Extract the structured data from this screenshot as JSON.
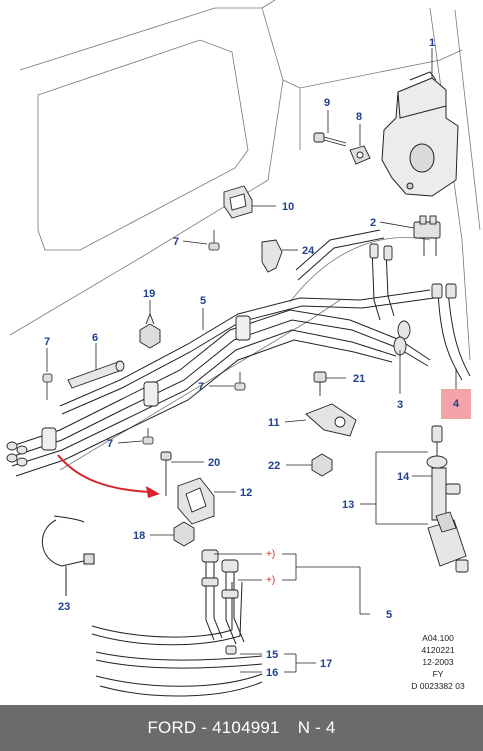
{
  "callouts": {
    "c1": "1",
    "c2": "2",
    "c3": "3",
    "c4": "4",
    "c5a": "5",
    "c5b": "5",
    "c6": "6",
    "c7a": "7",
    "c7b": "7",
    "c7c": "7",
    "c7d": "7",
    "c8": "8",
    "c9": "9",
    "c10": "10",
    "c11": "11",
    "c12": "12",
    "c13": "13",
    "c14": "14",
    "c15": "15",
    "c16": "16",
    "c17": "17",
    "c18": "18",
    "c19": "19",
    "c20": "20",
    "c21": "21",
    "c22": "22",
    "c23": "23",
    "c24": "24"
  },
  "plus_marks": {
    "p1": "+)",
    "p2": "+)"
  },
  "meta": {
    "line1": "A04.100",
    "line2": "4120221",
    "line3": "12-2003",
    "line4": "FY",
    "line5": "D 0023382 03"
  },
  "footer": {
    "brand": "FORD - 4104991",
    "page": "N - 4"
  },
  "colors": {
    "callout": "#1f3f8f",
    "highlight": "#f4a3a8",
    "arrow": "#d8242a",
    "footer_bg": "#6b6b6b"
  }
}
